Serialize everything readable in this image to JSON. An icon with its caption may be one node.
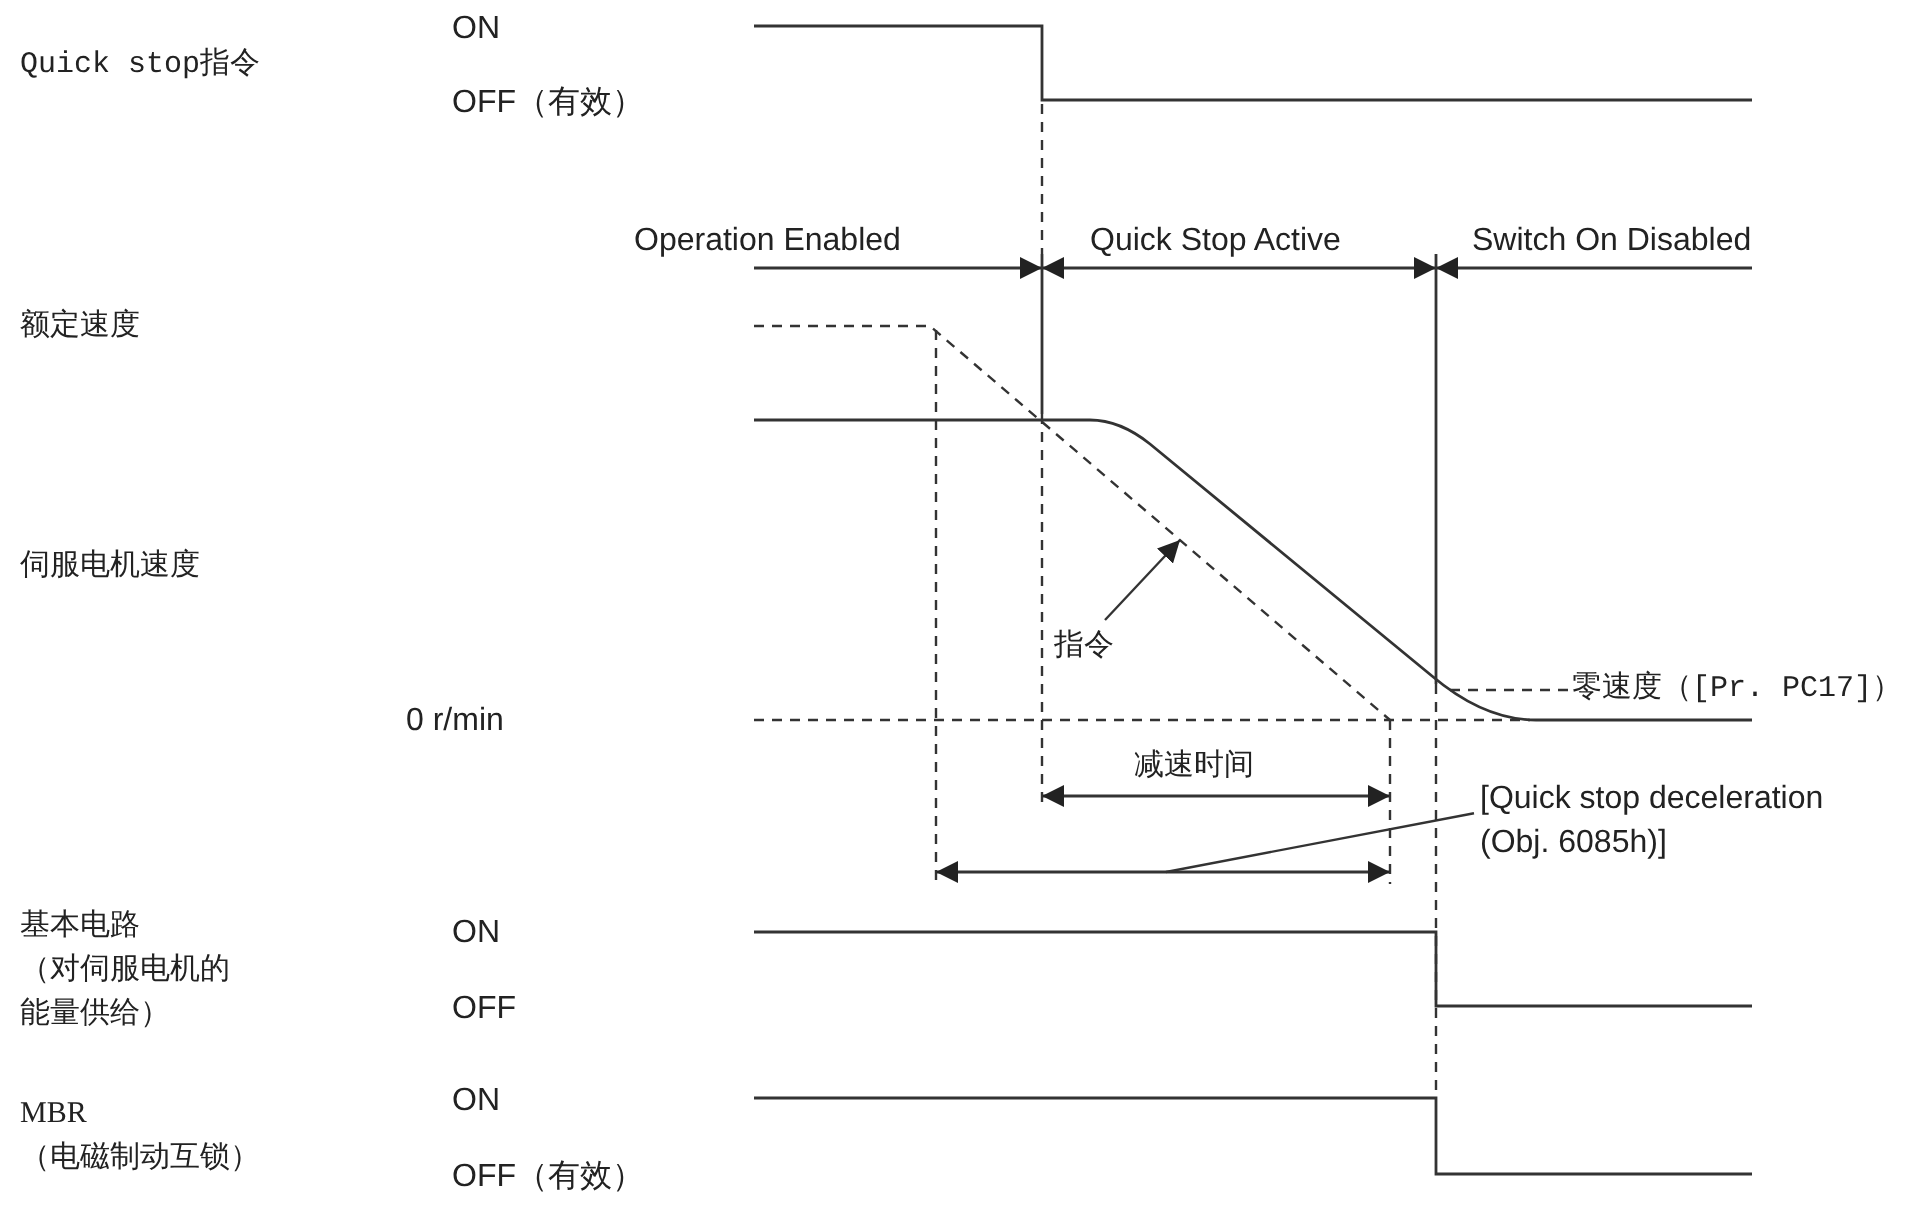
{
  "diagram": {
    "nodes": [
      {
        "text": [
          "指令"
        ]
      },
      {
        "text": [
          "零速度（[Pr. PC17]）"
        ]
      },
      {
        "text": [
          "[Quick stop deceleration (Obj. 6085h)]"
        ]
      }
    ],
    "edges": [
      {
        "from": 0,
        "to": null,
        "arrow": "to"
      },
      {
        "from": 1,
        "to": null,
        "arrow": "none",
        "style": "dashed"
      },
      {
        "from": 2,
        "to": null,
        "arrow": "none"
      }
    ],
    "labels": [
      "Quick stop指令",
      "ON",
      "OFF（有效）",
      "Operation Enabled",
      "Quick Stop Active",
      "Switch On Disabled",
      "额定速度",
      "伺服电机速度",
      "0 r/min",
      "减速时间",
      "基本电路（对伺服电机的能量供给）",
      "ON",
      "OFF",
      "MBR（电磁制动互锁）",
      "ON",
      "OFF（有效）"
    ]
  }
}
